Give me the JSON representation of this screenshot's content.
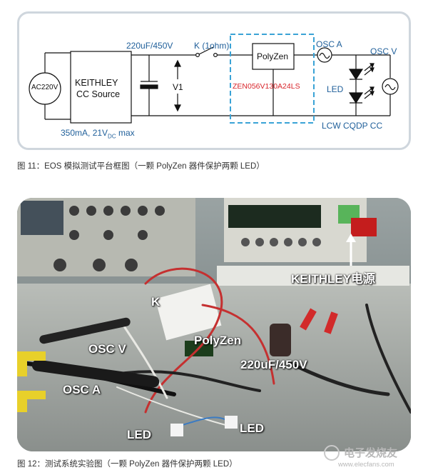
{
  "figure11": {
    "source": "AC220V",
    "keithley_line1": "KEITHLEY",
    "keithley_line2": "CC Source",
    "capacitor": "220uF/450V",
    "switch": "K (1ohm)",
    "voltage": "V1",
    "polyzen": "PolyZen",
    "part_number": "ZEN056V130A24LS",
    "osc_a": "OSC A",
    "osc_v": "OSC V",
    "led": "LED",
    "led_model": "LCW CQDP CC",
    "spec_prefix": "350mA, 21V",
    "spec_sub": "DC",
    "spec_suffix": " max",
    "caption": "图 11：EOS 模拟测试平台框图（一颗 PolyZen 器件保护两颗 LED）"
  },
  "figure12": {
    "k": "K",
    "polyzen": "PolyZen",
    "osc_v": "OSC V",
    "osc_a": "OSC A",
    "capacitor": "220uF/450V",
    "keithley": "KEITHLEY电源",
    "led1": "LED",
    "led2": "LED",
    "caption": "图 12：测试系统实验图（一颗 PolyZen 器件保护两颗 LED）"
  },
  "watermark": {
    "cn": "电子发烧友",
    "url": "www.elecfans.com"
  },
  "colors": {
    "blue_label": "#1f5f9a",
    "red_label": "#d8242a",
    "dashed_box": "#3aa3d6",
    "panel_border": "#cfd6dd"
  }
}
